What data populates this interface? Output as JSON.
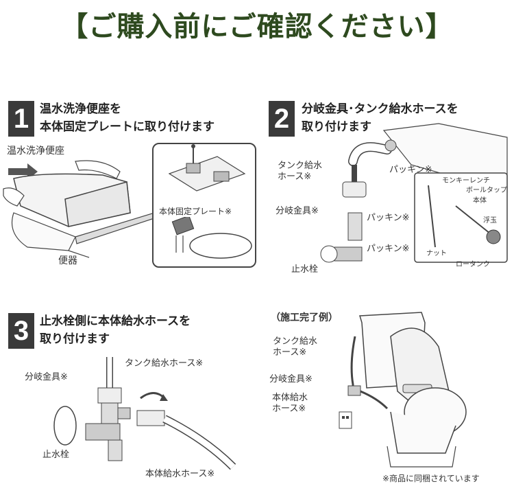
{
  "header": {
    "title": "【ご購入前にご確認ください】"
  },
  "step1": {
    "number": "1",
    "title_line1": "温水洗浄便座を",
    "title_line2": "本体固定プレートに取り付けます",
    "label_seat": "温水洗浄便座",
    "label_toilet": "便器",
    "label_plate": "本体固定プレート※"
  },
  "step2": {
    "number": "2",
    "title_line1": "分岐金具･タンク給水ホースを",
    "title_line2": "取り付けます",
    "label_tank_hose": "タンク給水\nホース※",
    "label_packing_top": "パッキン※",
    "label_branch": "分岐金具※",
    "label_packing_mid": "パッキン※",
    "label_packing_low": "パッキン※",
    "label_stopcock": "止水栓",
    "inset_wrench": "モンキーレンチ",
    "inset_ball_tap": "ボールタップ",
    "inset_body": "本体",
    "inset_float": "浮玉",
    "inset_nut": "ナット",
    "inset_low_tank": "ロータンク"
  },
  "step3": {
    "number": "3",
    "title_line1": "止水栓側に本体給水ホースを",
    "title_line2": "取り付けます",
    "label_tank_hose": "タンク給水ホース※",
    "label_branch": "分岐金具※",
    "label_stopcock": "止水栓",
    "label_body_hose": "本体給水ホース※"
  },
  "example": {
    "title": "（施工完了例）",
    "label_tank_hose": "タンク給水\nホース※",
    "label_branch": "分岐金具※",
    "label_body_hose": "本体給水\nホース※",
    "note": "※商品に同梱されています"
  }
}
